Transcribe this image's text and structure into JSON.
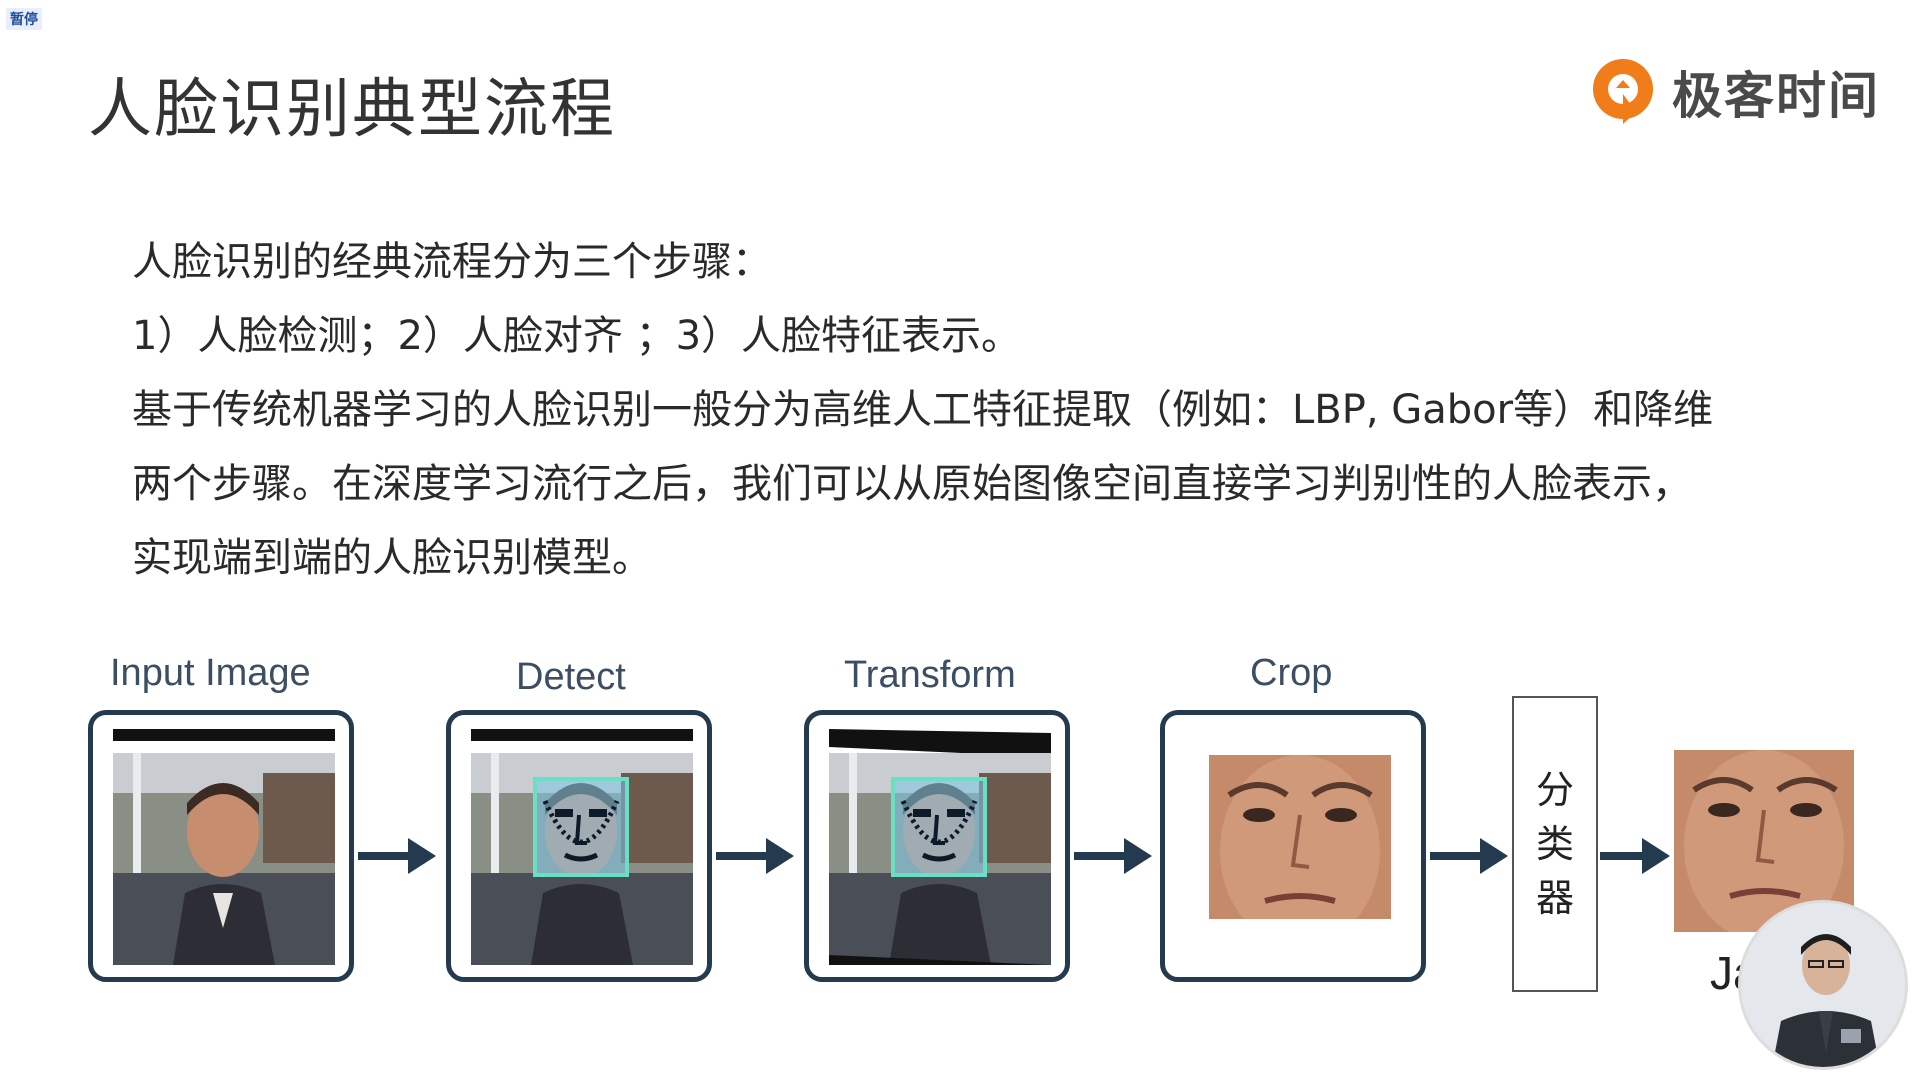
{
  "overlay": {
    "pause_label": "暂停"
  },
  "slide": {
    "title": "人脸识别典型流程",
    "brand_name": "极客时间",
    "brand_color": "#f07d1a"
  },
  "paragraph": {
    "lines": [
      "人脸识别的经典流程分为三个步骤：",
      "1）人脸检测；2）人脸对齐 ；3）人脸特征表示。",
      "基于传统机器学习的人脸识别一般分为高维人工特征提取（例如：LBP, Gabor等）和降维",
      "两个步骤。在深度学习流行之后，我们可以从原始图像空间直接学习判别性的人脸表示，",
      "实现端到端的人脸识别模型。"
    ]
  },
  "pipeline": {
    "stages": [
      {
        "label": "Input Image"
      },
      {
        "label": "Detect"
      },
      {
        "label": "Transform"
      },
      {
        "label": "Crop"
      }
    ],
    "classifier_chars": [
      "分",
      "类",
      "器"
    ],
    "output_label": "Ja"
  },
  "colors": {
    "box_border": "#243a4e",
    "arrow": "#243a4e",
    "detect_box": "#69e0c4",
    "landmark": "#0c1a2a"
  }
}
